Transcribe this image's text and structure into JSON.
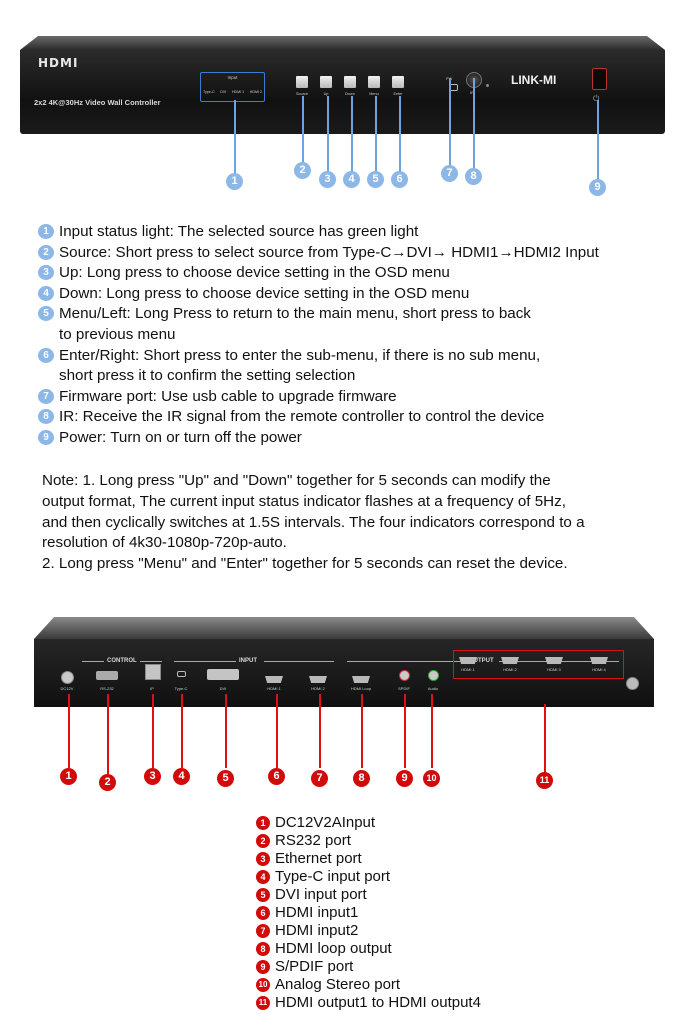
{
  "front": {
    "logo": "HDMI",
    "model": "2x2 4K@30Hz Video Wall Controller",
    "input_label": "Input",
    "input_leds": [
      "Type-C",
      "DVI",
      "HDMI 1",
      "HDMI 2"
    ],
    "buttons": [
      "Source",
      "Up",
      "Down",
      "Menu",
      "Enter"
    ],
    "fw_label": "FW",
    "ir_label": "IR",
    "brand": "LINK-MI",
    "callouts": [
      "1",
      "2",
      "3",
      "4",
      "5",
      "6",
      "7",
      "8",
      "9"
    ]
  },
  "front_legend": [
    {
      "num": "1",
      "text": "Input status light: The selected source has green light"
    },
    {
      "num": "2",
      "text": "Source: Short press to select source from Type-C→DVI→ HDMI1→HDMI2 Input"
    },
    {
      "num": "3",
      "text": "Up: Long press to choose device setting in the OSD menu"
    },
    {
      "num": "4",
      "text": "Down: Long press to choose device setting in the OSD menu"
    },
    {
      "num": "5",
      "text": "Menu/Left: Long Press to return to the main menu, short press to back\nto previous menu"
    },
    {
      "num": "6",
      "text": "Enter/Right: Short press to enter the sub-menu, if there is no sub menu,\nshort press it to confirm the setting selection"
    },
    {
      "num": "7",
      "text": "Firmware port: Use usb cable to upgrade firmware"
    },
    {
      "num": "8",
      "text": "IR: Receive the IR signal from the remote controller to control the device"
    },
    {
      "num": "9",
      "text": "Power: Turn on or turn off the power"
    }
  ],
  "note": {
    "line1": "Note: 1. Long press \"Up\" and \"Down\" together for 5 seconds can modify the",
    "line2": "output format, The current input status indicator flashes at a frequency of 5Hz,",
    "line3": "and then cyclically switches at 1.5S intervals. The four indicators correspond to a",
    "line4": "resolution of 4k30-1080p-720p-auto.",
    "line5": "2. Long press \"Menu\" and \"Enter\" together for 5 seconds can reset the device."
  },
  "rear": {
    "group_control": "CONTROL",
    "group_input": "INPUT",
    "group_output": "OUTPUT",
    "ports": [
      "DC12V",
      "RS-232",
      "IP",
      "Type-C",
      "DVI",
      "HDMI 1",
      "HDMI 2",
      "HDMI Loop",
      "SPDIF",
      "Audio",
      "HDMI 1",
      "HDMI 2",
      "HDMI 3",
      "HDMI 4"
    ],
    "callouts": [
      "1",
      "2",
      "3",
      "4",
      "5",
      "6",
      "7",
      "8",
      "9",
      "10",
      "11"
    ]
  },
  "rear_legend": [
    {
      "num": "1",
      "text": "DC12V2AInput"
    },
    {
      "num": "2",
      "text": "RS232 port"
    },
    {
      "num": "3",
      "text": "Ethernet port"
    },
    {
      "num": "4",
      "text": "Type-C input port"
    },
    {
      "num": "5",
      "text": "DVI input port"
    },
    {
      "num": "6",
      "text": "HDMI input1"
    },
    {
      "num": "7",
      "text": "HDMI input2"
    },
    {
      "num": "8",
      "text": "HDMI loop output"
    },
    {
      "num": "9",
      "text": "S/PDIF port"
    },
    {
      "num": "10",
      "text": "Analog Stereo port"
    },
    {
      "num": "11",
      "text": "HDMI output1 to HDMI output4"
    }
  ],
  "colors": {
    "blue_callout": "#8cb7e6",
    "red_callout": "#d30a0a",
    "chassis": "#1a1a1a"
  }
}
